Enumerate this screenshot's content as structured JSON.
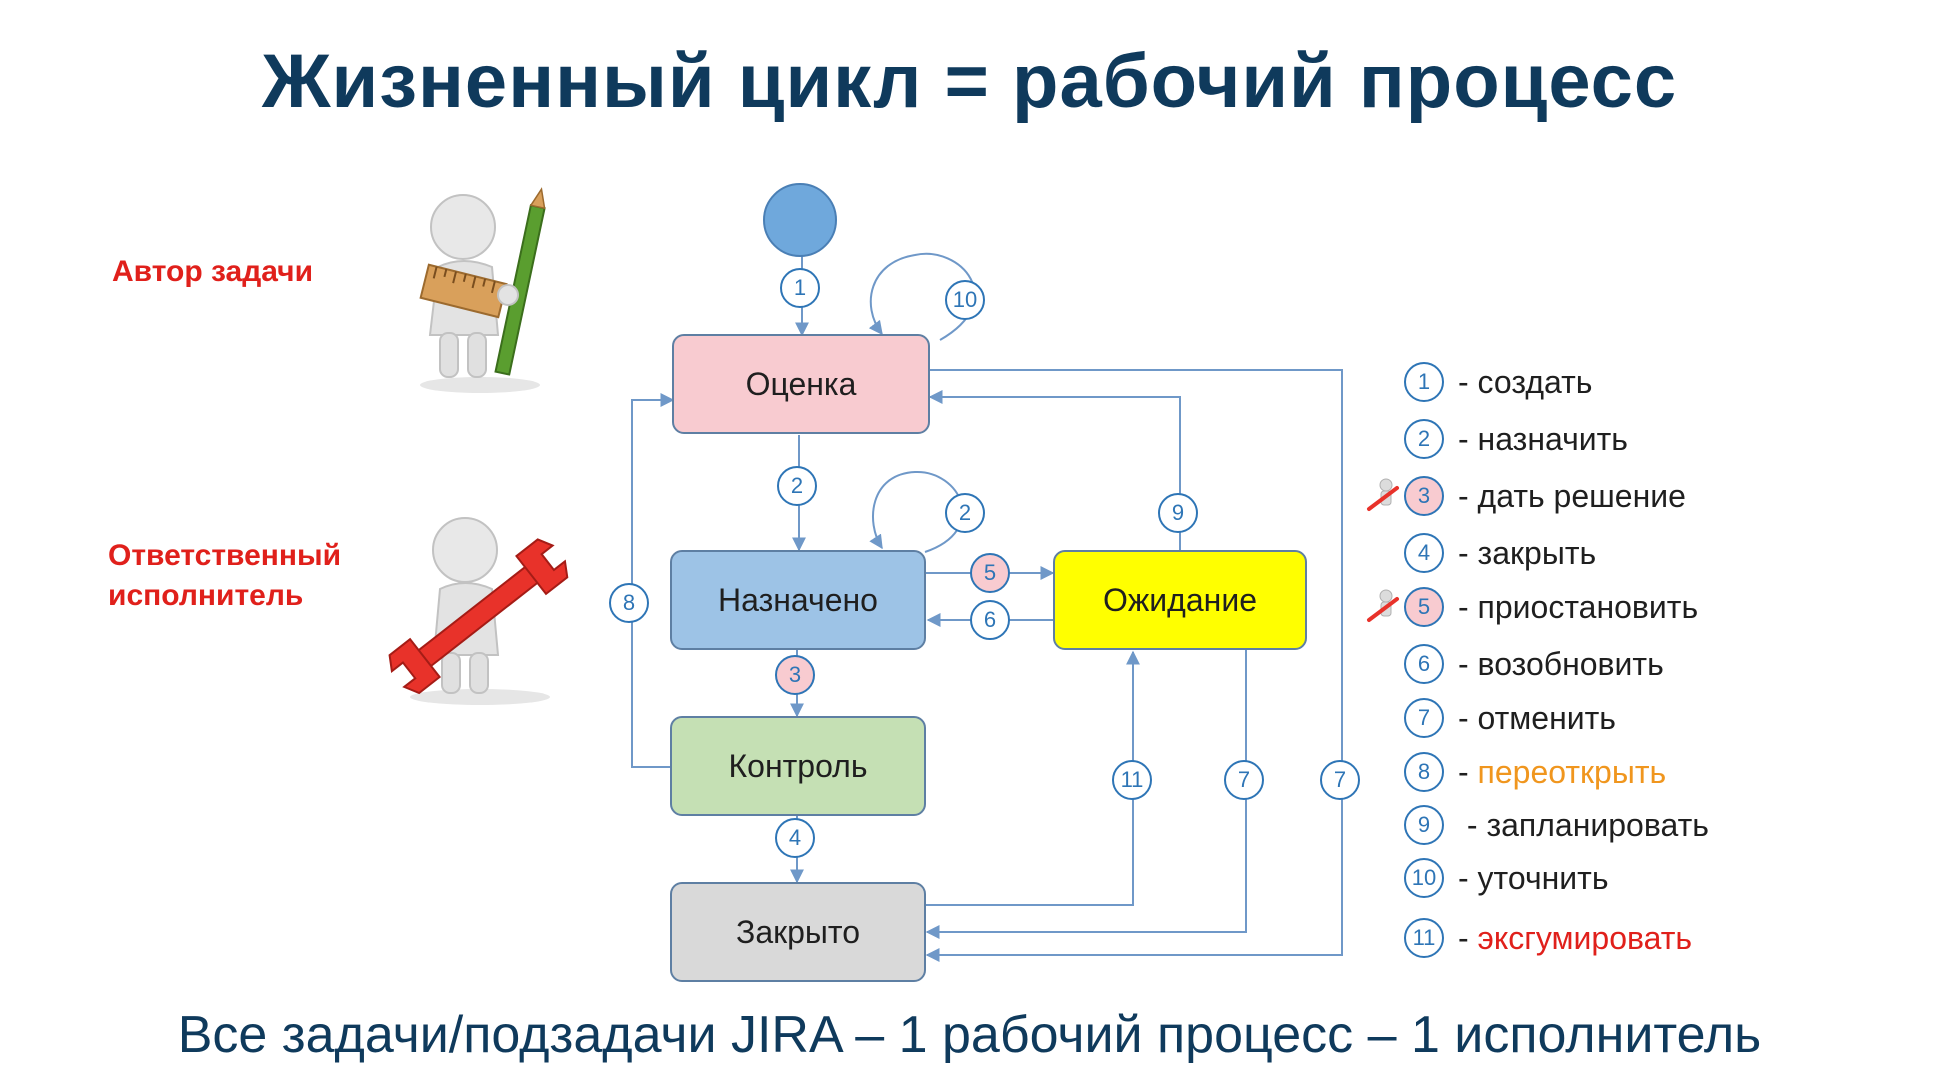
{
  "title": "Жизненный цикл = рабочий процесс",
  "footer": "Все задачи/подзадачи JIRA – 1 рабочий процесс – 1 исполнитель",
  "roles": {
    "author": "Автор задачи",
    "assignee_line1": "Ответственный",
    "assignee_line2": "исполнитель"
  },
  "states": {
    "evaluation": "Оценка",
    "assigned": "Назначено",
    "control": "Контроль",
    "closed": "Закрыто",
    "waiting": "Ожидание"
  },
  "transitions": {
    "t1": "1",
    "t2": "2",
    "t2_loop": "2",
    "t3": "3",
    "t4": "4",
    "t5": "5",
    "t6": "6",
    "t7_a": "7",
    "t7_b": "7",
    "t8": "8",
    "t9": "9",
    "t10": "10",
    "t11": "11"
  },
  "legend": [
    {
      "num": "1",
      "text": "- создать",
      "style": "normal",
      "highlight": false
    },
    {
      "num": "2",
      "text": "- назначить",
      "style": "normal",
      "highlight": false
    },
    {
      "num": "3",
      "text": "- дать решение",
      "style": "normal",
      "highlight": true
    },
    {
      "num": "4",
      "text": "- закрыть",
      "style": "normal",
      "highlight": false
    },
    {
      "num": "5",
      "text": "- приостановить",
      "style": "normal",
      "highlight": true
    },
    {
      "num": "6",
      "text": "- возобновить",
      "style": "normal",
      "highlight": false
    },
    {
      "num": "7",
      "text": "- отменить",
      "style": "normal",
      "highlight": false
    },
    {
      "num": "8",
      "text": "- ",
      "accent": "переоткрыть",
      "style": "orange",
      "highlight": false
    },
    {
      "num": "9",
      "text": " - запланировать",
      "style": "normal",
      "highlight": false
    },
    {
      "num": "10",
      "text": "- уточнить",
      "style": "normal",
      "highlight": false
    },
    {
      "num": "11",
      "text": "- ",
      "accent": "эксгумировать",
      "style": "red",
      "highlight": false
    }
  ],
  "colors": {
    "title": "#0f3a5c",
    "role_text": "#e0201b",
    "start_node": "#6fa8dc",
    "evaluation": "#f8cbd0",
    "assigned": "#9dc3e6",
    "control": "#c5e0b4",
    "closed": "#d9d9d9",
    "waiting": "#ffff00",
    "connector": "#6f98c8",
    "badge": "#2e75b6",
    "accent_orange": "#f0961e",
    "accent_red": "#e0201b"
  },
  "icons": {
    "author": "figure-with-ruler-and-pencil-icon",
    "assignee": "figure-with-wrench-icon",
    "legend_marker": "wrench-figure-icon"
  }
}
